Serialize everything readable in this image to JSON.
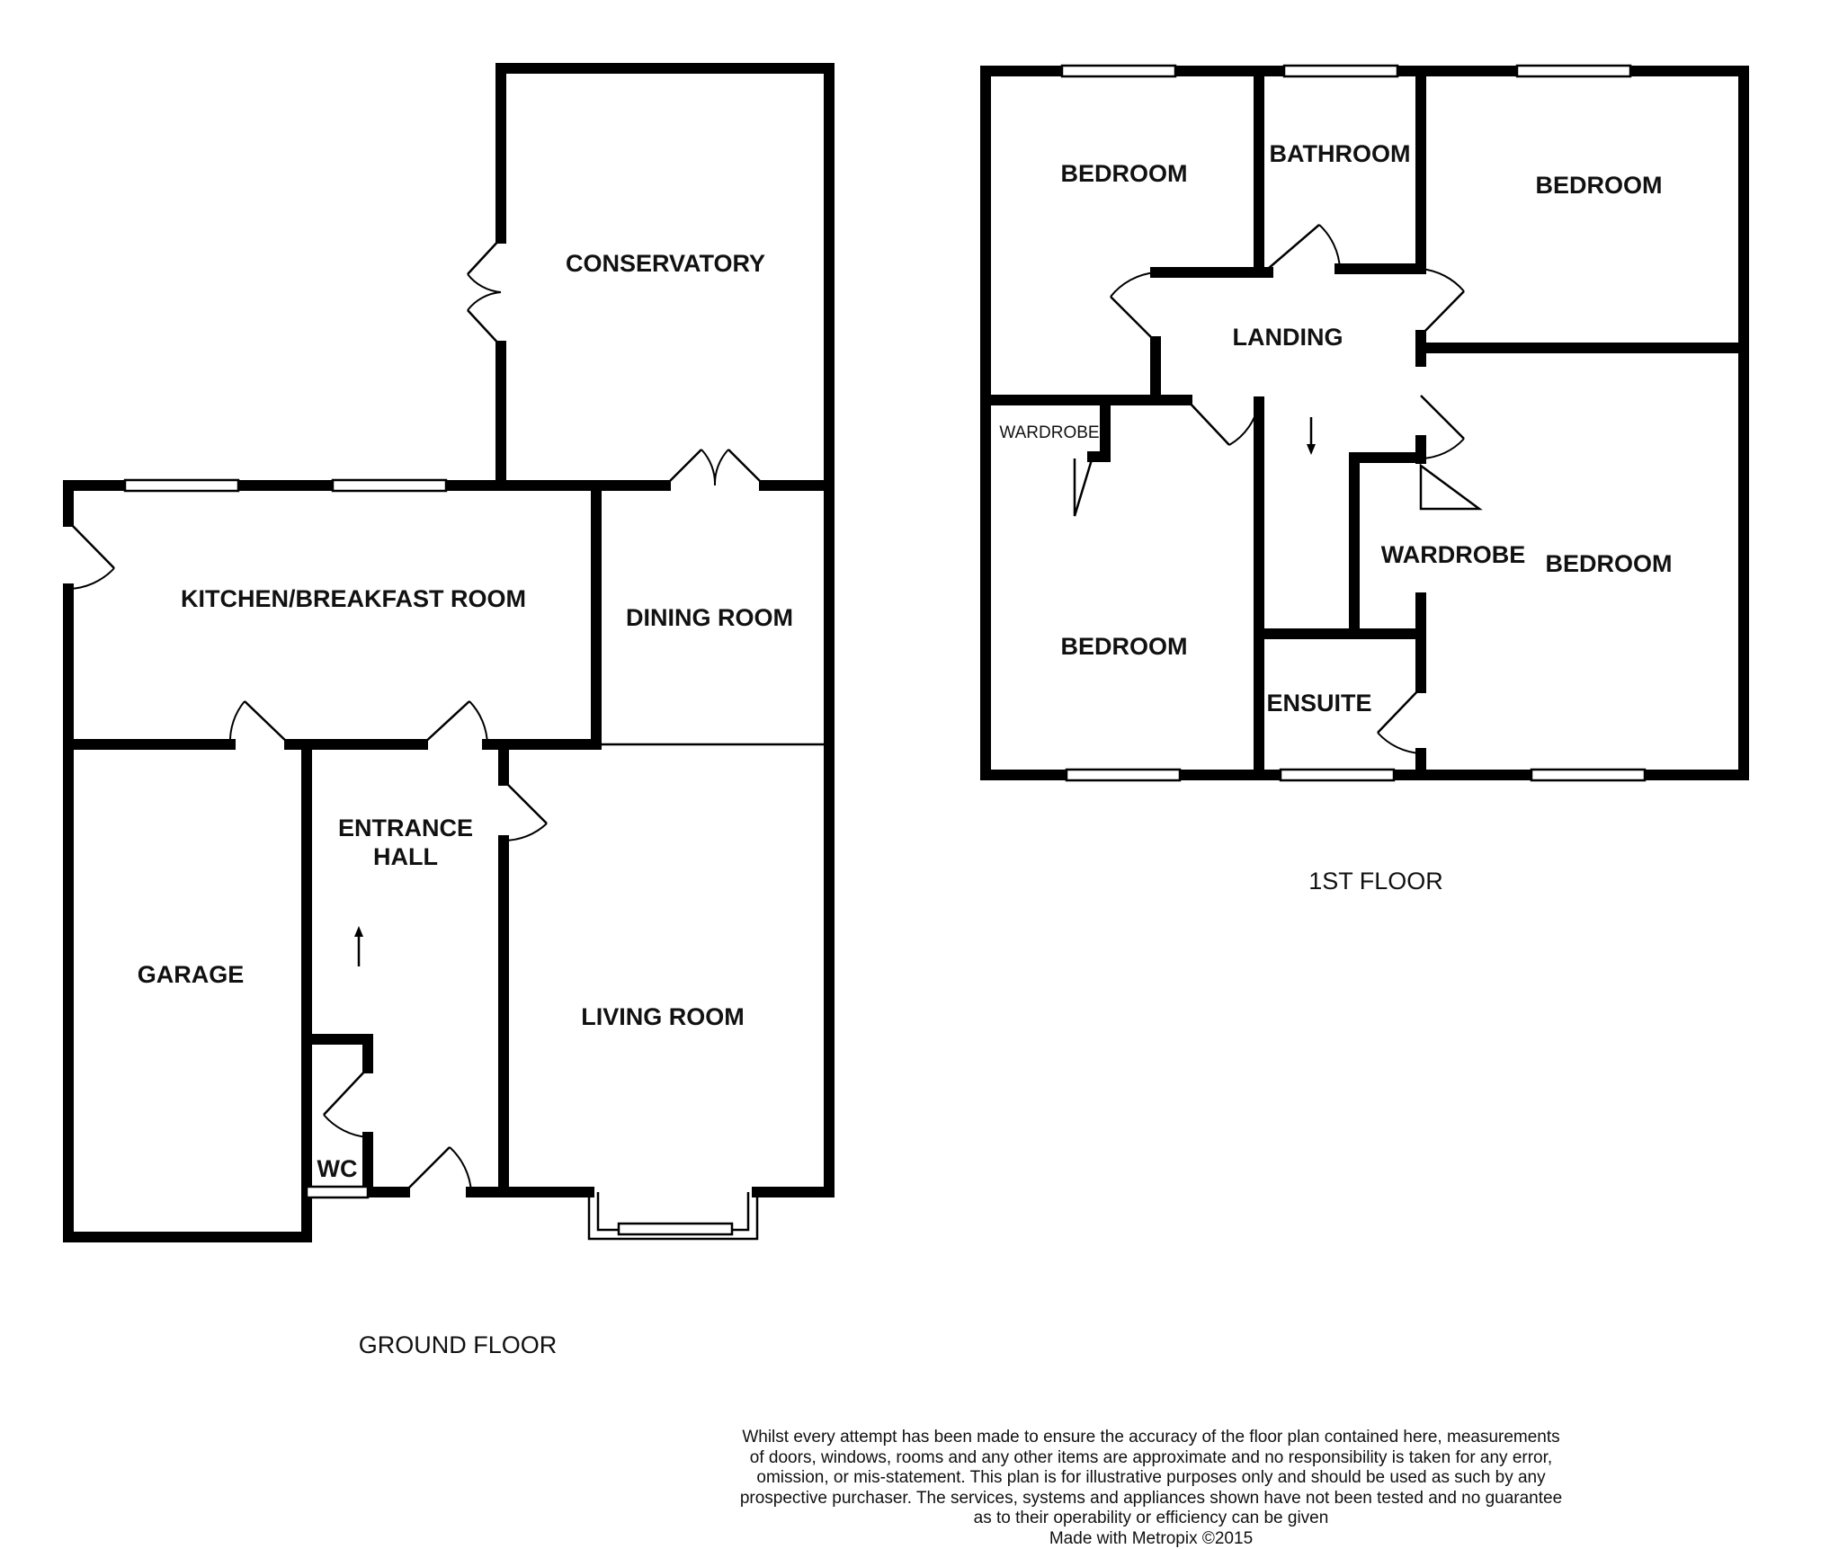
{
  "rooms": {
    "conservatory": "CONSERVATORY",
    "kitchen": "KITCHEN/BREAKFAST ROOM",
    "dining": "DINING ROOM",
    "entrance_l1": "ENTRANCE",
    "entrance_l2": "HALL",
    "garage": "GARAGE",
    "living": "LIVING ROOM",
    "wc": "WC",
    "bedroom": "BEDROOM",
    "bathroom": "BATHROOM",
    "landing": "LANDING",
    "wardrobe": "WARDROBE",
    "ensuite": "ENSUITE"
  },
  "floors": {
    "ground": "GROUND FLOOR",
    "first": "1ST FLOOR"
  },
  "disclaimer": {
    "line1": "Whilst every attempt has been made to ensure the accuracy of the floor plan contained here, measurements",
    "line2": "of doors, windows, rooms and any other items are approximate and no responsibility is taken for any error,",
    "line3": "omission, or mis-statement. This plan is for illustrative purposes only and should be used as such by any",
    "line4": "prospective purchaser. The services, systems and appliances shown have not been tested and no guarantee",
    "line5": "as to their operability or efficiency can be given",
    "credit": "Made with Metropix ©2015"
  }
}
